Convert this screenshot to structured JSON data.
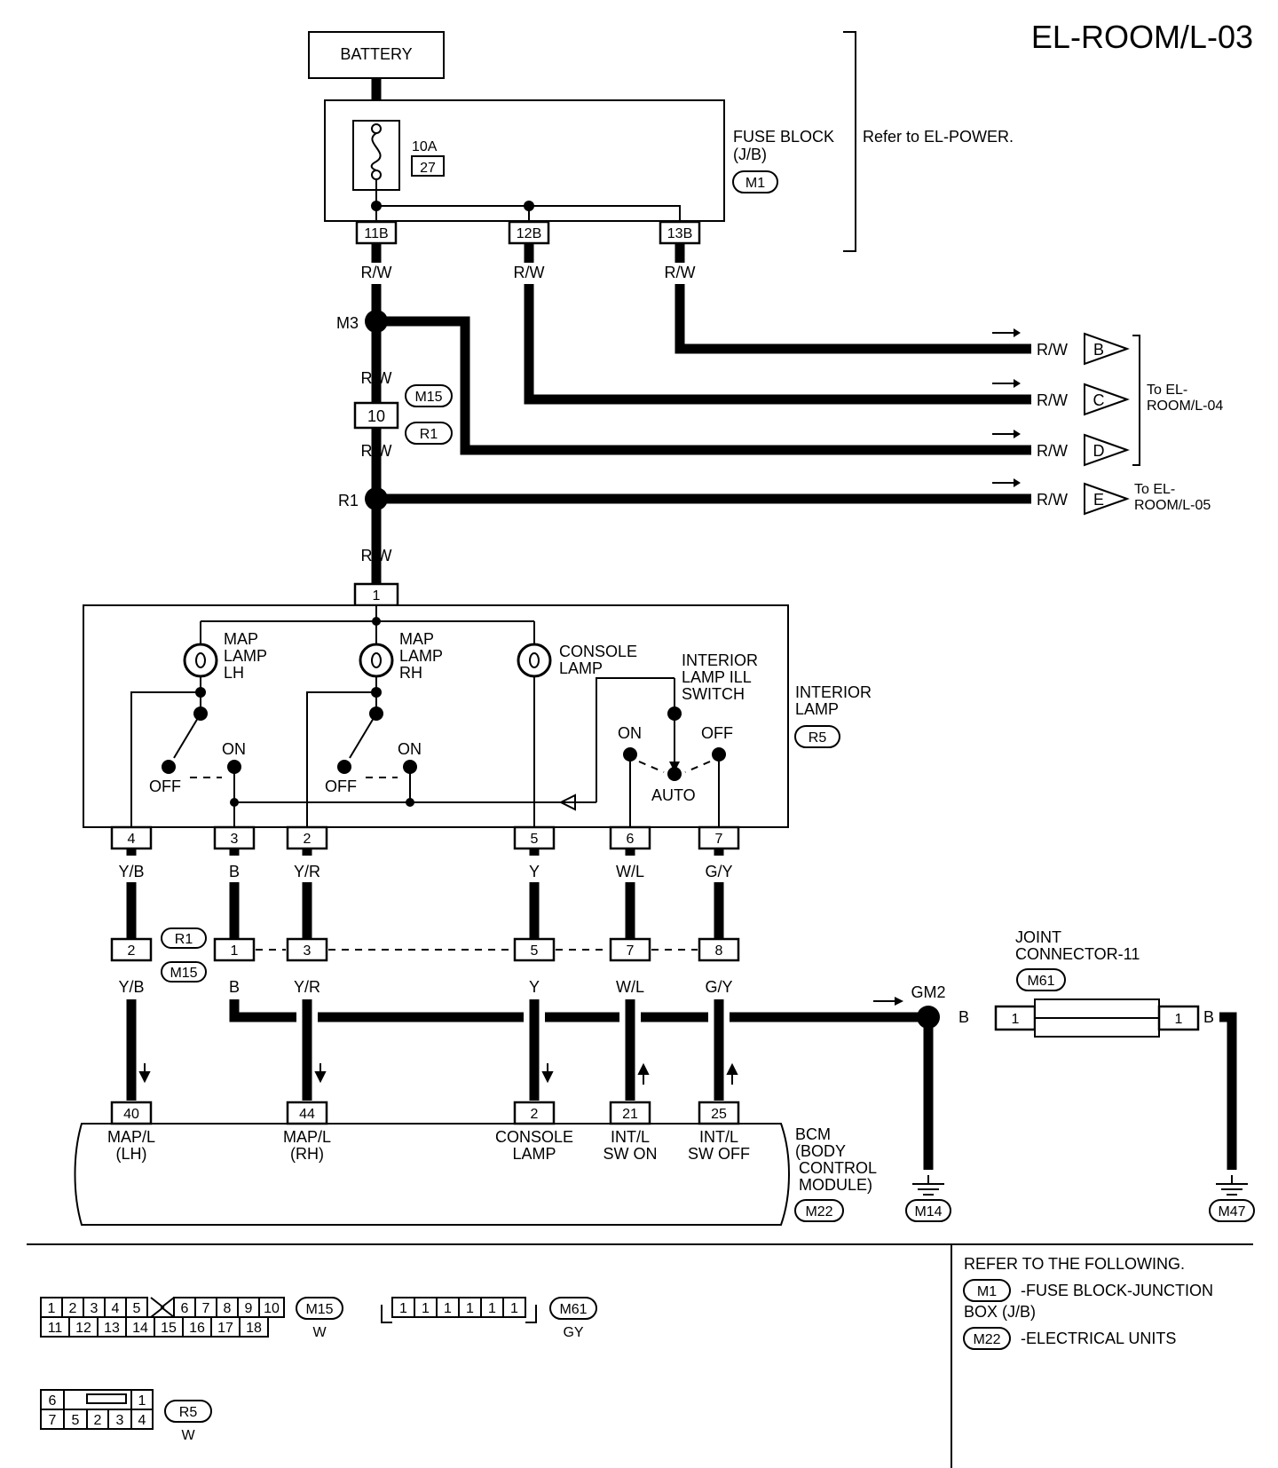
{
  "page_id": "EL-ROOM/L-03",
  "battery": {
    "label": "BATTERY"
  },
  "fuse": {
    "rating": "10A",
    "number": "27"
  },
  "fuse_block": {
    "line1": "FUSE BLOCK",
    "line2": "(J/B)",
    "code": "M1",
    "terminals": [
      "11B",
      "12B",
      "13B"
    ]
  },
  "refer_power": "Refer to EL-POWER.",
  "wire_colors": {
    "rw": "R/W",
    "yb": "Y/B",
    "b": "B",
    "yr": "Y/R",
    "y": "Y",
    "wl": "W/L",
    "gy": "G/Y"
  },
  "junctions": {
    "m3": "M3",
    "r1": "R1",
    "gm2": "GM2"
  },
  "inline_connector": {
    "pin": "10",
    "codes": [
      "M15",
      "R1"
    ]
  },
  "outputs": [
    {
      "letter": "B"
    },
    {
      "letter": "C"
    },
    {
      "letter": "D"
    },
    {
      "letter": "E"
    }
  ],
  "to_room_04": [
    "To EL-",
    "ROOM/L-04"
  ],
  "to_room_05": [
    "To EL-",
    "ROOM/L-05"
  ],
  "interior_lamp": {
    "input_pin": "1",
    "map_lh": [
      "MAP",
      "LAMP",
      "LH"
    ],
    "map_rh": [
      "MAP",
      "LAMP",
      "RH"
    ],
    "console": [
      "CONSOLE",
      "LAMP"
    ],
    "ill_switch": [
      "INTERIOR",
      "LAMP ILL",
      "SWITCH"
    ],
    "label": [
      "INTERIOR",
      "LAMP"
    ],
    "code": "R5",
    "on": "ON",
    "off": "OFF",
    "auto": "AUTO",
    "pins": [
      "4",
      "3",
      "2",
      "5",
      "6",
      "7"
    ]
  },
  "mid_connector": {
    "pins": [
      "2",
      "1",
      "3",
      "5",
      "7",
      "8"
    ],
    "codes": [
      "R1",
      "M15"
    ]
  },
  "bcm": {
    "pins": [
      "40",
      "44",
      "2",
      "21",
      "25"
    ],
    "labels": [
      [
        "MAP/L",
        "(LH)"
      ],
      [
        "MAP/L",
        "(RH)"
      ],
      [
        "CONSOLE",
        "LAMP"
      ],
      [
        "INT/L",
        "SW ON"
      ],
      [
        "INT/L",
        "SW OFF"
      ]
    ],
    "title": [
      "BCM",
      "(BODY",
      "CONTROL",
      "MODULE)"
    ],
    "code": "M22"
  },
  "joint": {
    "title": [
      "JOINT",
      "CONNECTOR-11"
    ],
    "code": "M61",
    "pins": [
      "1",
      "1"
    ]
  },
  "grounds": [
    "M14",
    "M47"
  ],
  "legend": {
    "m15_top": [
      "1",
      "2",
      "3",
      "4",
      "5",
      "6",
      "7",
      "8",
      "9",
      "10"
    ],
    "m15_bottom": [
      "11",
      "12",
      "13",
      "14",
      "15",
      "16",
      "17",
      "18"
    ],
    "m15_code": "M15",
    "m15_color": "W",
    "m61_pins": [
      "1",
      "1",
      "1",
      "1",
      "1",
      "1"
    ],
    "m61_code": "M61",
    "m61_color": "GY",
    "r5_top": [
      "6",
      "1"
    ],
    "r5_bottom": [
      "7",
      "5",
      "2",
      "3",
      "4"
    ],
    "r5_code": "R5",
    "r5_color": "W"
  },
  "refer_following": {
    "title": "REFER TO THE FOLLOWING.",
    "items": [
      {
        "code": "M1",
        "text": "-FUSE BLOCK-JUNCTION",
        "text2": "BOX (J/B)"
      },
      {
        "code": "M22",
        "text": "-ELECTRICAL UNITS",
        "text2": ""
      }
    ]
  }
}
